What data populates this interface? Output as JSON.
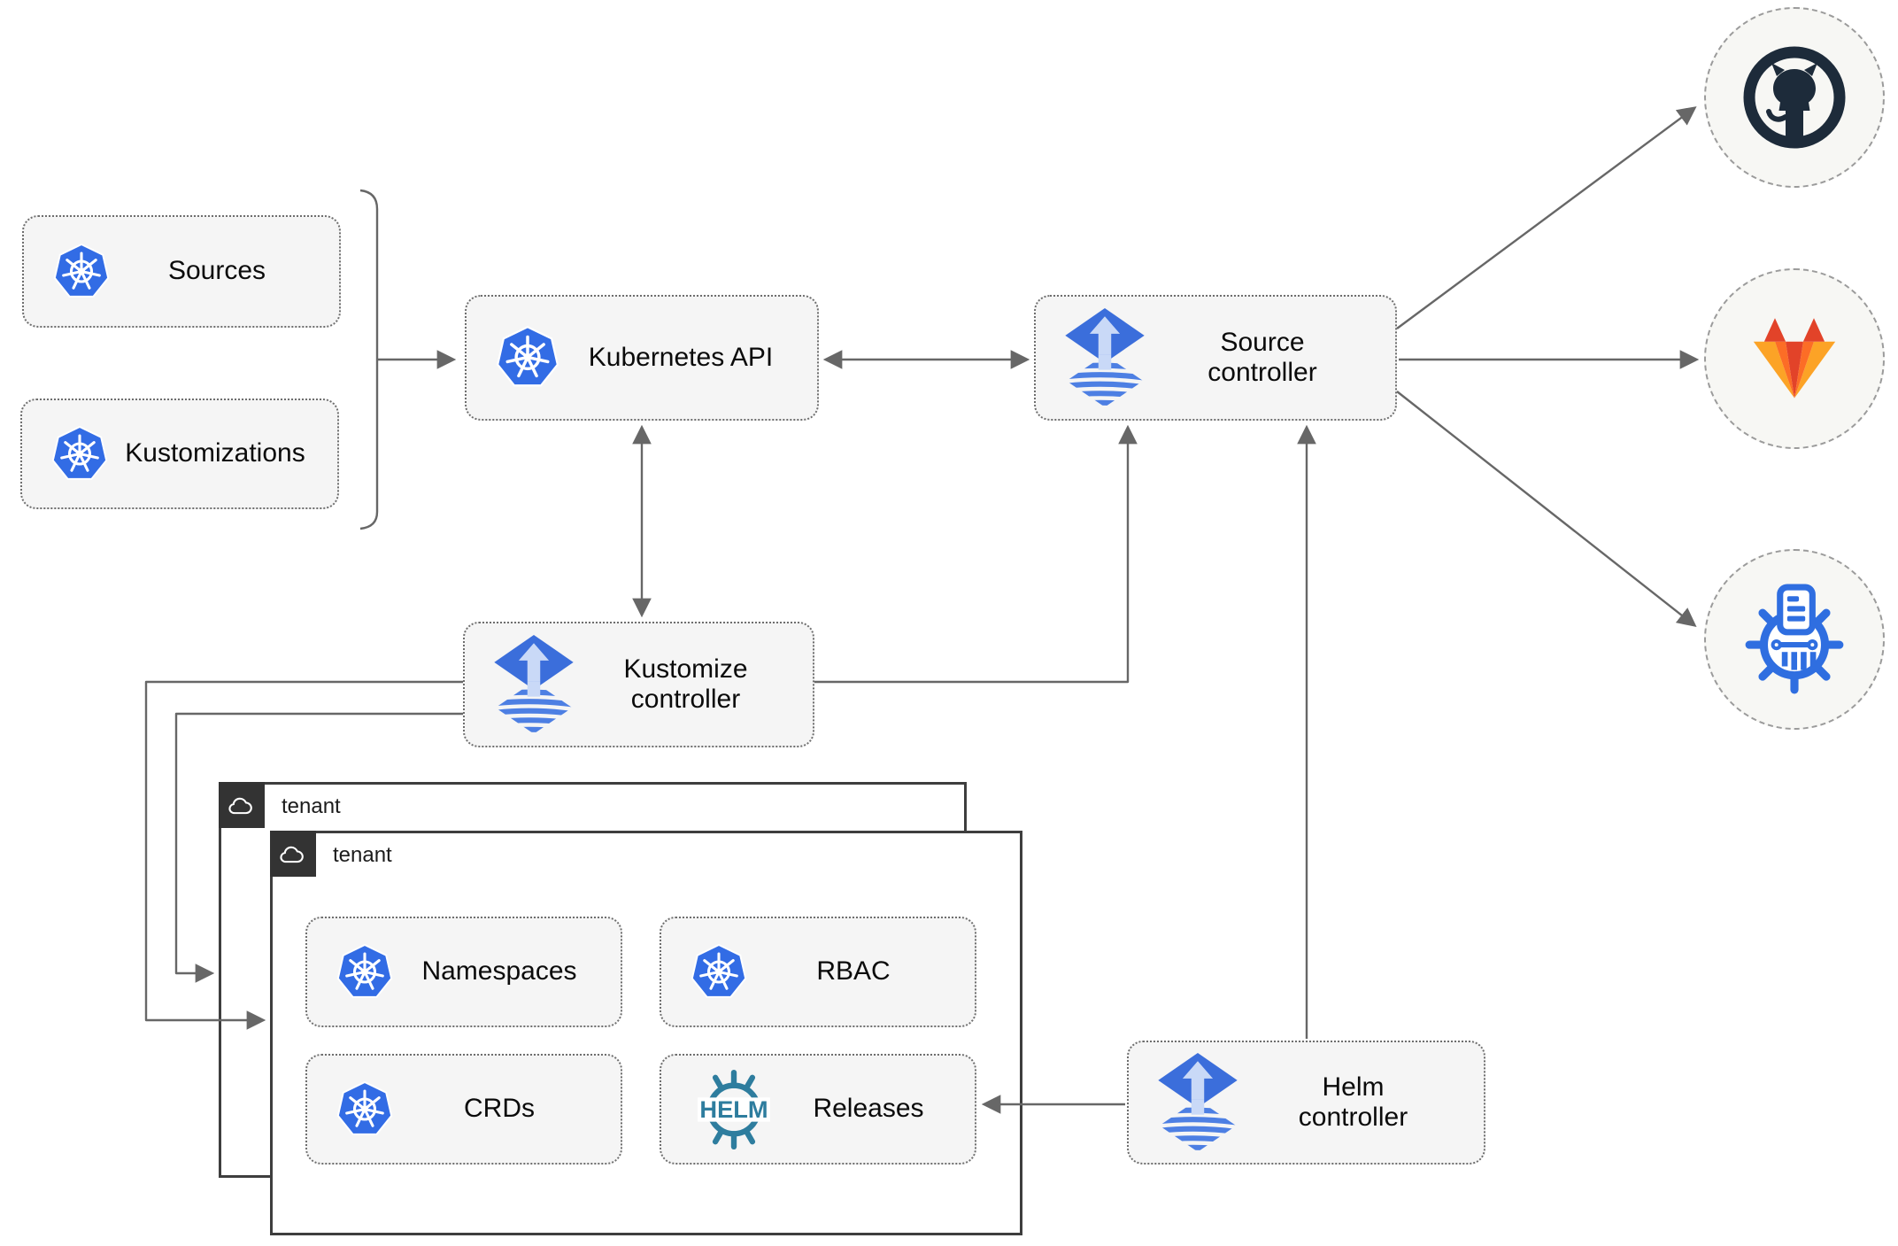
{
  "nodes": {
    "sources": "Sources",
    "kustomizations": "Kustomizations",
    "kubernetes_api": "Kubernetes API",
    "source_controller": "Source controller",
    "kustomize_controller": "Kustomize controller",
    "helm_controller": "Helm controller",
    "namespaces": "Namespaces",
    "rbac": "RBAC",
    "crds": "CRDs",
    "releases": "Releases"
  },
  "tenants": [
    "tenant",
    "tenant"
  ],
  "helm_logo_text": "HELM",
  "externals": [
    {
      "id": "github",
      "icon": "github-icon"
    },
    {
      "id": "gitlab",
      "icon": "gitlab-icon"
    },
    {
      "id": "chartmuseum",
      "icon": "chartmuseum-icon"
    }
  ],
  "icons": {
    "kubernetes": "kubernetes-icon",
    "flux": "flux-icon",
    "helm": "helm-icon",
    "cloud": "cloud-icon"
  },
  "colors": {
    "kubernetes_blue": "#326ce5",
    "flux_blue": "#3b6edb",
    "flux_light": "#c9d9f7",
    "flux_stripe": "#4d7fe3",
    "box_fill": "#f5f5f5",
    "line_gray": "#676767",
    "tenant_dark": "#333333",
    "github_dark": "#1d2b3a",
    "gitlab_red": "#e24329",
    "gitlab_orange": "#fc6d26",
    "gitlab_light": "#fca326",
    "chartmuseum_blue": "#2f6ee0",
    "helm_teal": "#2e7d9e"
  }
}
